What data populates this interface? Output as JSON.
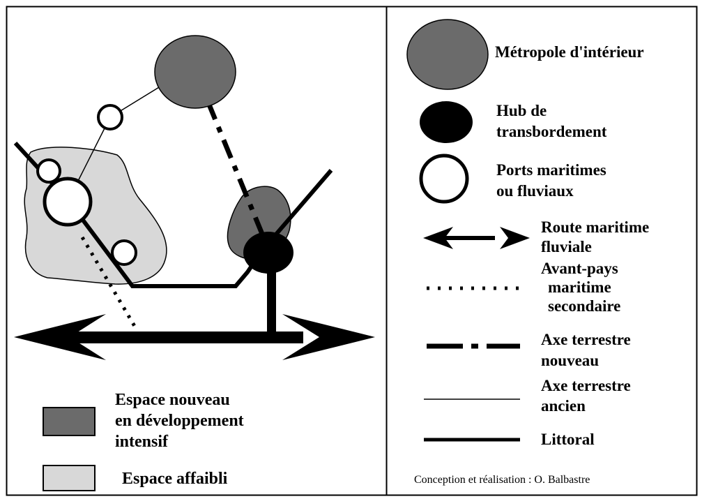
{
  "legend_left": {
    "nouveau_lines": [
      "Espace nouveau",
      "en développement",
      "intensif"
    ],
    "affaibli_label": "Espace affaibli",
    "colors": {
      "nouveau": "#6b6b6b",
      "affaibli": "#d8d8d8"
    }
  },
  "legend_right": {
    "metropole_label": "Métropole d'intérieur",
    "hub_lines": [
      "Hub de",
      "transbordement"
    ],
    "ports_lines": [
      "Ports maritimes",
      "ou fluviaux"
    ],
    "route_lines": [
      "Route maritime",
      "fluviale"
    ],
    "avant_pays_lines": [
      "Avant-pays",
      "maritime",
      "secondaire"
    ],
    "axe_nouveau_lines": [
      "Axe terrestre",
      "nouveau"
    ],
    "axe_ancien_lines": [
      "Axe terrestre",
      "ancien"
    ],
    "littoral_label": "Littoral",
    "colors": {
      "metropole": "#6b6b6b",
      "hub": "#000000"
    }
  },
  "credit": "Conception et réalisation : O. Balbastre"
}
